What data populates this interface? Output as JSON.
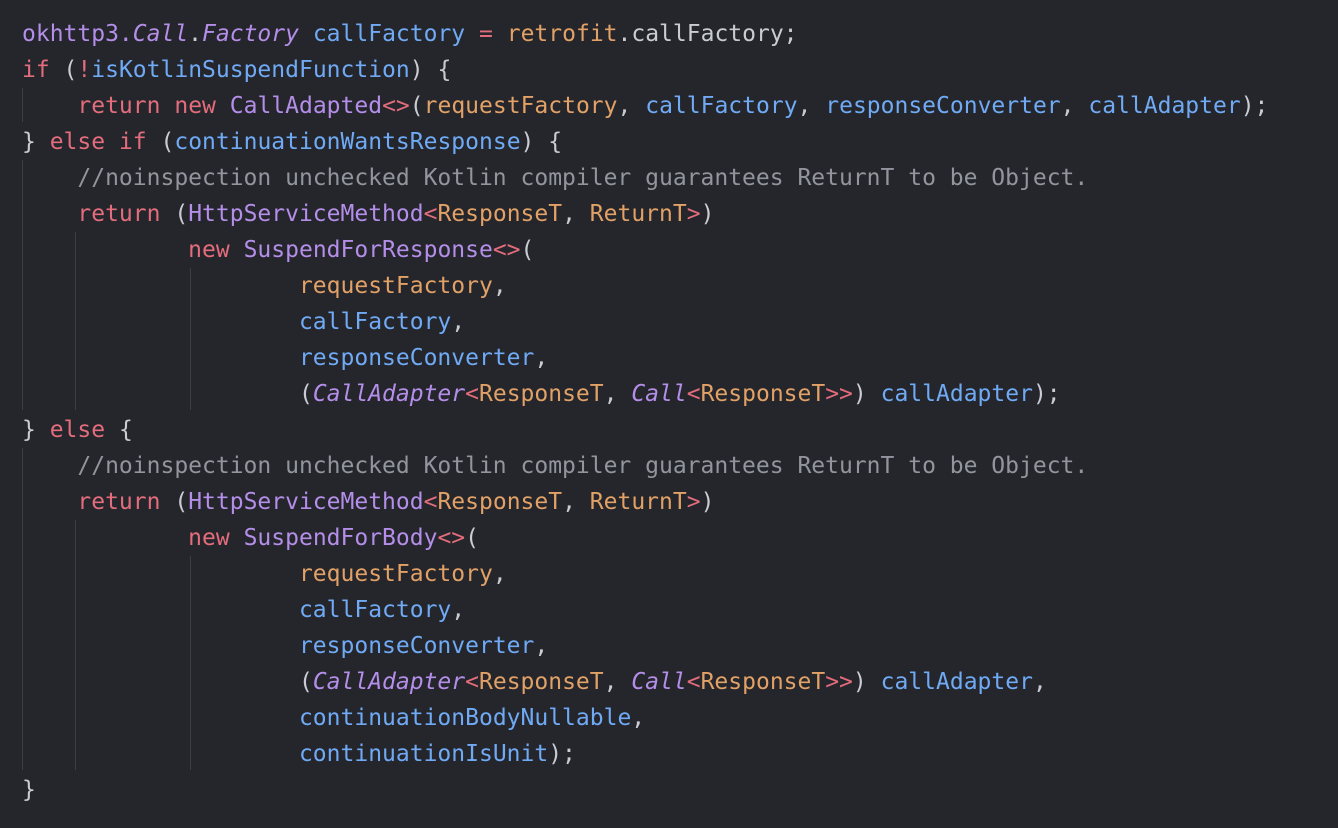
{
  "colors": {
    "background": "#24262c",
    "keyword": "#e36d7c",
    "type": "#b48ee8",
    "variable": "#70aaf5",
    "field": "#e2a166",
    "comment": "#92959d",
    "text": "#c9ccd3"
  },
  "code": {
    "lines": [
      [
        {
          "t": "okhttp3.",
          "c": "pkg"
        },
        {
          "t": "Call",
          "c": "itype"
        },
        {
          "t": ".",
          "c": "plain"
        },
        {
          "t": "Factory",
          "c": "itype"
        },
        {
          "t": " ",
          "c": "plain"
        },
        {
          "t": "callFactory",
          "c": "var"
        },
        {
          "t": " ",
          "c": "plain"
        },
        {
          "t": "=",
          "c": "op"
        },
        {
          "t": " ",
          "c": "plain"
        },
        {
          "t": "retrofit",
          "c": "fld"
        },
        {
          "t": ".callFactory;",
          "c": "plain"
        }
      ],
      [
        {
          "t": "if",
          "c": "kw"
        },
        {
          "t": " (",
          "c": "plain"
        },
        {
          "t": "!",
          "c": "op"
        },
        {
          "t": "isKotlinSuspendFunction",
          "c": "var"
        },
        {
          "t": ") {",
          "c": "plain"
        }
      ],
      [
        {
          "t": "    ",
          "c": "plain"
        },
        {
          "t": "return",
          "c": "kw"
        },
        {
          "t": " ",
          "c": "plain"
        },
        {
          "t": "new",
          "c": "kw"
        },
        {
          "t": " ",
          "c": "plain"
        },
        {
          "t": "CallAdapted",
          "c": "type"
        },
        {
          "t": "<>",
          "c": "br"
        },
        {
          "t": "(",
          "c": "plain"
        },
        {
          "t": "requestFactory",
          "c": "fld"
        },
        {
          "t": ", ",
          "c": "plain"
        },
        {
          "t": "callFactory",
          "c": "var"
        },
        {
          "t": ", ",
          "c": "plain"
        },
        {
          "t": "responseConverter",
          "c": "var"
        },
        {
          "t": ", ",
          "c": "plain"
        },
        {
          "t": "callAdapter",
          "c": "var"
        },
        {
          "t": ");",
          "c": "plain"
        }
      ],
      [
        {
          "t": "} ",
          "c": "plain"
        },
        {
          "t": "else",
          "c": "kw"
        },
        {
          "t": " ",
          "c": "plain"
        },
        {
          "t": "if",
          "c": "kw"
        },
        {
          "t": " (",
          "c": "plain"
        },
        {
          "t": "continuationWantsResponse",
          "c": "var"
        },
        {
          "t": ") {",
          "c": "plain"
        }
      ],
      [
        {
          "t": "    ",
          "c": "plain"
        },
        {
          "t": "//noinspection unchecked Kotlin compiler guarantees ReturnT to be Object.",
          "c": "cmt"
        }
      ],
      [
        {
          "t": "    ",
          "c": "plain"
        },
        {
          "t": "return",
          "c": "kw"
        },
        {
          "t": " (",
          "c": "plain"
        },
        {
          "t": "HttpServiceMethod",
          "c": "type"
        },
        {
          "t": "<",
          "c": "br"
        },
        {
          "t": "ResponseT",
          "c": "gen"
        },
        {
          "t": ", ",
          "c": "plain"
        },
        {
          "t": "ReturnT",
          "c": "gen"
        },
        {
          "t": ">",
          "c": "br"
        },
        {
          "t": ")",
          "c": "plain"
        }
      ],
      [
        {
          "t": "            ",
          "c": "plain"
        },
        {
          "t": "new",
          "c": "kw"
        },
        {
          "t": " ",
          "c": "plain"
        },
        {
          "t": "SuspendForResponse",
          "c": "type"
        },
        {
          "t": "<>",
          "c": "br"
        },
        {
          "t": "(",
          "c": "plain"
        }
      ],
      [
        {
          "t": "                    ",
          "c": "plain"
        },
        {
          "t": "requestFactory",
          "c": "fld"
        },
        {
          "t": ",",
          "c": "plain"
        }
      ],
      [
        {
          "t": "                    ",
          "c": "plain"
        },
        {
          "t": "callFactory",
          "c": "var"
        },
        {
          "t": ",",
          "c": "plain"
        }
      ],
      [
        {
          "t": "                    ",
          "c": "plain"
        },
        {
          "t": "responseConverter",
          "c": "var"
        },
        {
          "t": ",",
          "c": "plain"
        }
      ],
      [
        {
          "t": "                    ",
          "c": "plain"
        },
        {
          "t": "(",
          "c": "plain"
        },
        {
          "t": "CallAdapter",
          "c": "itype"
        },
        {
          "t": "<",
          "c": "br"
        },
        {
          "t": "ResponseT",
          "c": "gen"
        },
        {
          "t": ", ",
          "c": "plain"
        },
        {
          "t": "Call",
          "c": "itype"
        },
        {
          "t": "<",
          "c": "br"
        },
        {
          "t": "ResponseT",
          "c": "gen"
        },
        {
          "t": ">>",
          "c": "br"
        },
        {
          "t": ") ",
          "c": "plain"
        },
        {
          "t": "callAdapter",
          "c": "var"
        },
        {
          "t": ");",
          "c": "plain"
        }
      ],
      [
        {
          "t": "} ",
          "c": "plain"
        },
        {
          "t": "else",
          "c": "kw"
        },
        {
          "t": " {",
          "c": "plain"
        }
      ],
      [
        {
          "t": "    ",
          "c": "plain"
        },
        {
          "t": "//noinspection unchecked Kotlin compiler guarantees ReturnT to be Object.",
          "c": "cmt"
        }
      ],
      [
        {
          "t": "    ",
          "c": "plain"
        },
        {
          "t": "return",
          "c": "kw"
        },
        {
          "t": " (",
          "c": "plain"
        },
        {
          "t": "HttpServiceMethod",
          "c": "type"
        },
        {
          "t": "<",
          "c": "br"
        },
        {
          "t": "ResponseT",
          "c": "gen"
        },
        {
          "t": ", ",
          "c": "plain"
        },
        {
          "t": "ReturnT",
          "c": "gen"
        },
        {
          "t": ">",
          "c": "br"
        },
        {
          "t": ")",
          "c": "plain"
        }
      ],
      [
        {
          "t": "            ",
          "c": "plain"
        },
        {
          "t": "new",
          "c": "kw"
        },
        {
          "t": " ",
          "c": "plain"
        },
        {
          "t": "SuspendForBody",
          "c": "type"
        },
        {
          "t": "<>",
          "c": "br"
        },
        {
          "t": "(",
          "c": "plain"
        }
      ],
      [
        {
          "t": "                    ",
          "c": "plain"
        },
        {
          "t": "requestFactory",
          "c": "fld"
        },
        {
          "t": ",",
          "c": "plain"
        }
      ],
      [
        {
          "t": "                    ",
          "c": "plain"
        },
        {
          "t": "callFactory",
          "c": "var"
        },
        {
          "t": ",",
          "c": "plain"
        }
      ],
      [
        {
          "t": "                    ",
          "c": "plain"
        },
        {
          "t": "responseConverter",
          "c": "var"
        },
        {
          "t": ",",
          "c": "plain"
        }
      ],
      [
        {
          "t": "                    ",
          "c": "plain"
        },
        {
          "t": "(",
          "c": "plain"
        },
        {
          "t": "CallAdapter",
          "c": "itype"
        },
        {
          "t": "<",
          "c": "br"
        },
        {
          "t": "ResponseT",
          "c": "gen"
        },
        {
          "t": ", ",
          "c": "plain"
        },
        {
          "t": "Call",
          "c": "itype"
        },
        {
          "t": "<",
          "c": "br"
        },
        {
          "t": "ResponseT",
          "c": "gen"
        },
        {
          "t": ">>",
          "c": "br"
        },
        {
          "t": ") ",
          "c": "plain"
        },
        {
          "t": "callAdapter",
          "c": "var"
        },
        {
          "t": ",",
          "c": "plain"
        }
      ],
      [
        {
          "t": "                    ",
          "c": "plain"
        },
        {
          "t": "continuationBodyNullable",
          "c": "var"
        },
        {
          "t": ",",
          "c": "plain"
        }
      ],
      [
        {
          "t": "                    ",
          "c": "plain"
        },
        {
          "t": "continuationIsUnit",
          "c": "var"
        },
        {
          "t": ");",
          "c": "plain"
        }
      ],
      [
        {
          "t": "}",
          "c": "plain"
        }
      ]
    ]
  }
}
